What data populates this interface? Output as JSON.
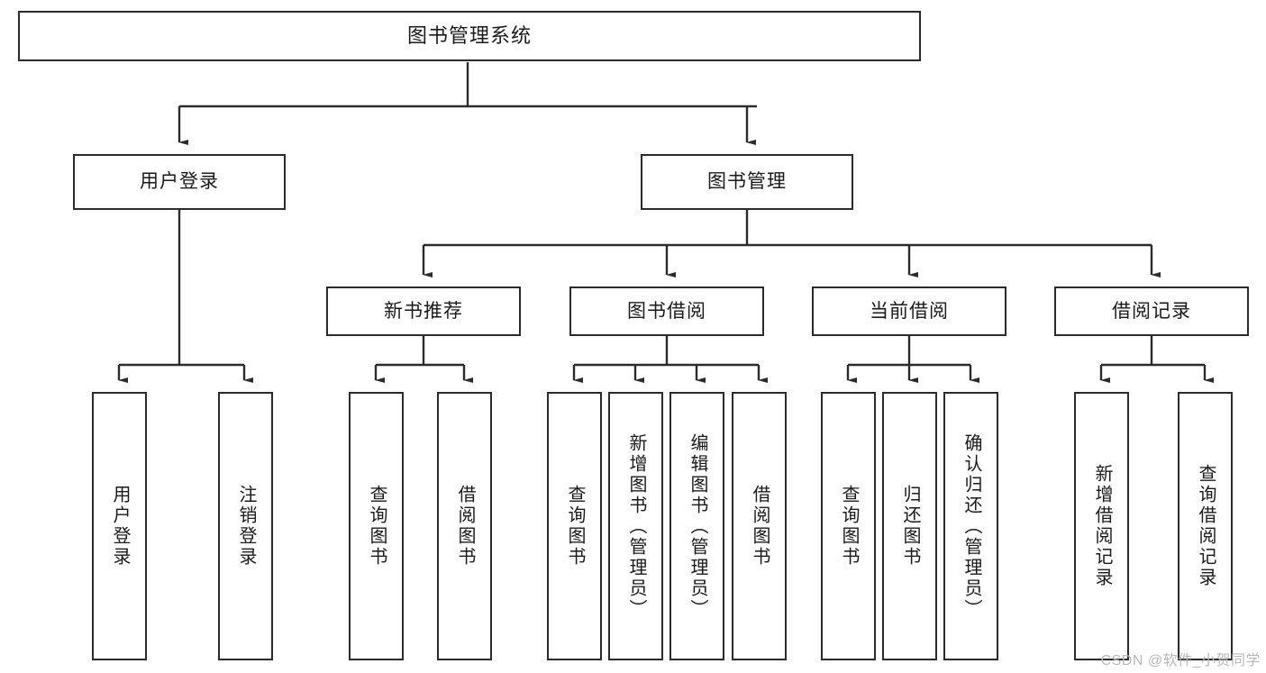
{
  "diagram": {
    "type": "tree-hierarchy",
    "title": "图书管理系统",
    "watermark": "CSDN @软件_小贺同学",
    "colors": {
      "box_border": "#2b2b2b",
      "box_fill": "#ffffff",
      "connector": "#2b2b2b",
      "text": "#1a1a1a",
      "watermark": "#b8b8b8",
      "background": "#ffffff"
    },
    "root": {
      "label": "图书管理系统"
    },
    "level1": [
      {
        "label": "用户登录"
      },
      {
        "label": "图书管理"
      }
    ],
    "level2": [
      {
        "label": "新书推荐"
      },
      {
        "label": "图书借阅"
      },
      {
        "label": "当前借阅"
      },
      {
        "label": "借阅记录"
      }
    ],
    "leaves": {
      "user_login": [
        {
          "label": "用户登录"
        },
        {
          "label": "注销登录"
        }
      ],
      "new_book_recommend": [
        {
          "label": "查询图书"
        },
        {
          "label": "借阅图书"
        }
      ],
      "book_borrow": [
        {
          "label": "查询图书"
        },
        {
          "label": "新增图书（管理员）"
        },
        {
          "label": "编辑图书（管理员）"
        },
        {
          "label": "借阅图书"
        }
      ],
      "current_borrow": [
        {
          "label": "查询图书"
        },
        {
          "label": "归还图书"
        },
        {
          "label": "确认归还（管理员）"
        }
      ],
      "borrow_record": [
        {
          "label": "新增借阅记录"
        },
        {
          "label": "查询借阅记录"
        }
      ]
    }
  }
}
